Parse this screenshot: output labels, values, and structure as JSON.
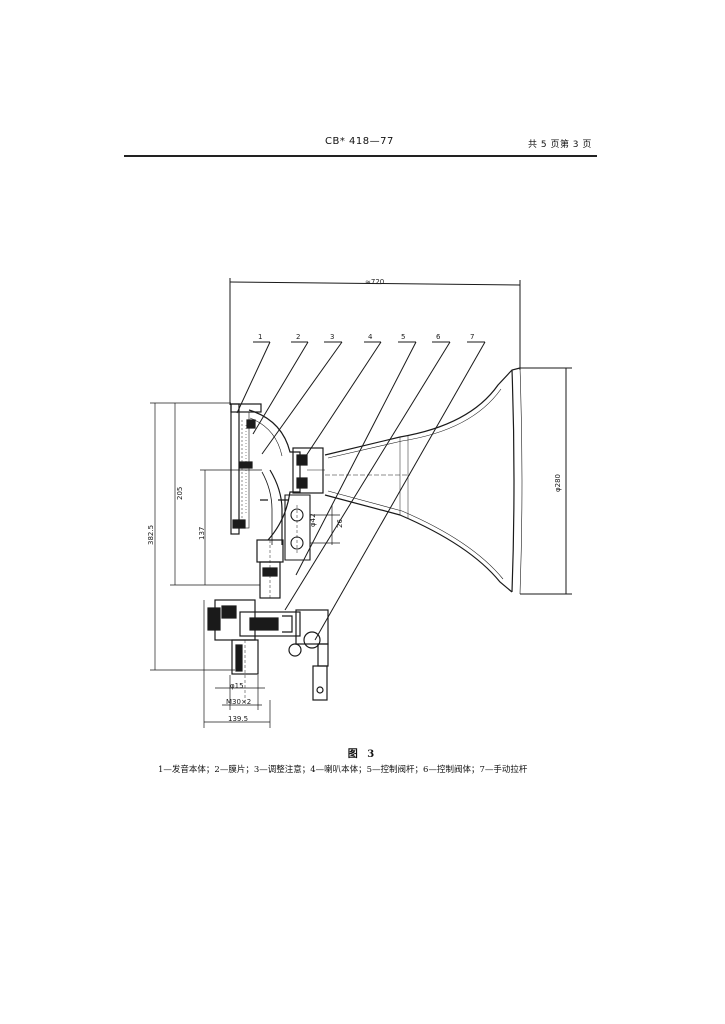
{
  "header": {
    "standard_no": "CB* 418—77",
    "page_info": "共 5 页第 3 页"
  },
  "drawing": {
    "part_numbers": [
      "1",
      "2",
      "3",
      "4",
      "5",
      "6",
      "7"
    ],
    "dimensions": {
      "overall_length": "≈720",
      "bell_diameter": "φ280",
      "height_total": "382.5",
      "height_mid": "205",
      "height_low": "137",
      "throat": "φ42",
      "offset_small": "26",
      "pipe_diameter": "φ15",
      "thread": "M30×2",
      "base_length": "139.5"
    }
  },
  "figure": {
    "title": "图 3",
    "caption": "1—发音本体；2—膜片；3—调整注意；4—喇叭本体；5—控制阀杆；6—控制阀体；7—手动拉杆"
  }
}
